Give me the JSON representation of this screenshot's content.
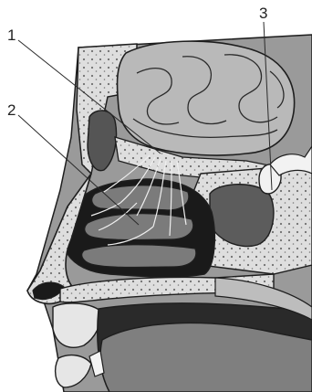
{
  "figure": {
    "callouts": [
      {
        "id": "1",
        "label": "1"
      },
      {
        "id": "2",
        "label": "2"
      },
      {
        "id": "3",
        "label": "3"
      }
    ],
    "colors": {
      "background": "#ffffff",
      "outline": "#1e1e1e",
      "bone": "#dcdcdc",
      "bone_pores": "#6e6e6e",
      "brain": "#b9b9b9",
      "cavity_dark": "#1a1a1a",
      "sinus": "#5c5c5c",
      "soft_tissue": "#8a8a8a",
      "nerve": "#eeeeee"
    }
  }
}
